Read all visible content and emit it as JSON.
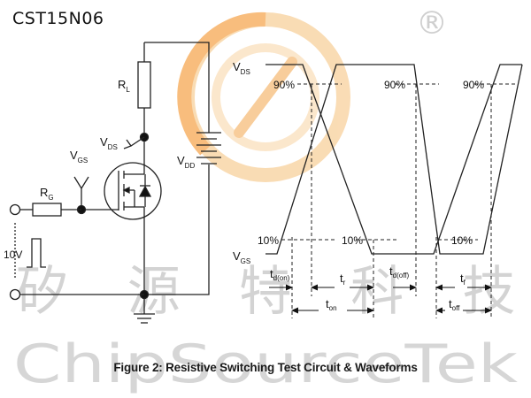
{
  "header": {
    "part_number": "CST15N06"
  },
  "watermark": {
    "chinese": "矽源特科技",
    "english": "ChipSourceTek",
    "registered": "®",
    "logo_colors": [
      "#f7b267",
      "#f9d6a8"
    ]
  },
  "circuit": {
    "labels": {
      "rl_main": "R",
      "rl_sub": "L",
      "vds_main": "V",
      "vds_sub": "DS",
      "vgs_main": "V",
      "vgs_sub": "GS",
      "rg_main": "R",
      "rg_sub": "G",
      "vdd_main": "V",
      "vdd_sub": "DD",
      "pulse": "10V"
    }
  },
  "waveform": {
    "labels": {
      "vds_main": "V",
      "vds_sub": "DS",
      "vgs_main": "V",
      "vgs_sub": "GS",
      "pct90": "90%",
      "pct10": "10%",
      "td_on_main": "t",
      "td_on_sub": "d(on)",
      "tr_main": "t",
      "tr_sub": "r",
      "td_off_main": "t",
      "td_off_sub": "d(off)",
      "tf_main": "t",
      "tf_sub": "f",
      "ton_main": "t",
      "ton_sub": "on",
      "toff_main": "t",
      "toff_sub": "off"
    }
  },
  "caption": "Figure 2: Resistive Switching Test Circuit & Waveforms"
}
